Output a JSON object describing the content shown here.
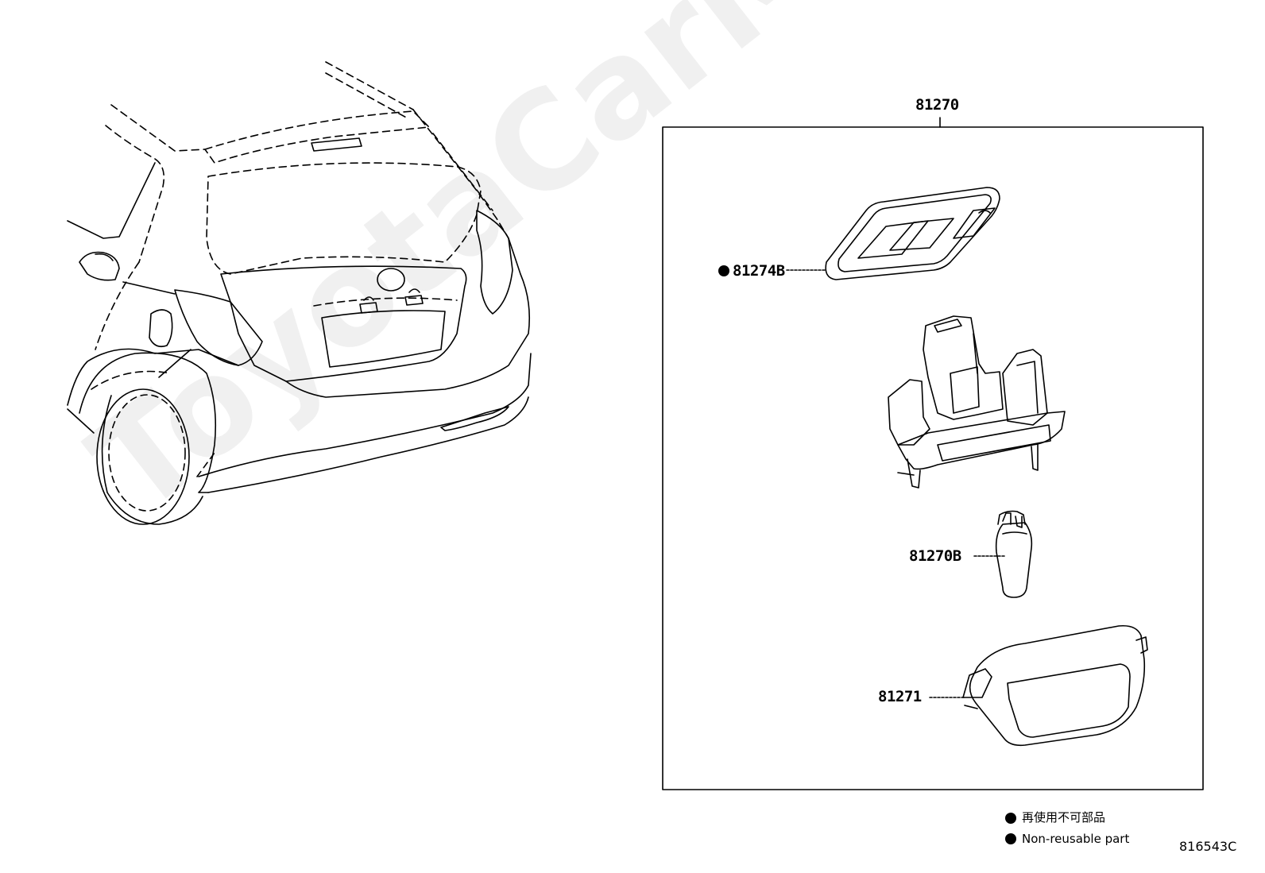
{
  "parts": {
    "assembly": "81270",
    "gasket": "81274B",
    "bulb": "81270B",
    "lens": "81271"
  },
  "legend": {
    "jp": "再使用不可部品",
    "en": "Non-reusable part"
  },
  "diagram_id": "816543C",
  "watermark": "ToyotaCarMine.ru"
}
